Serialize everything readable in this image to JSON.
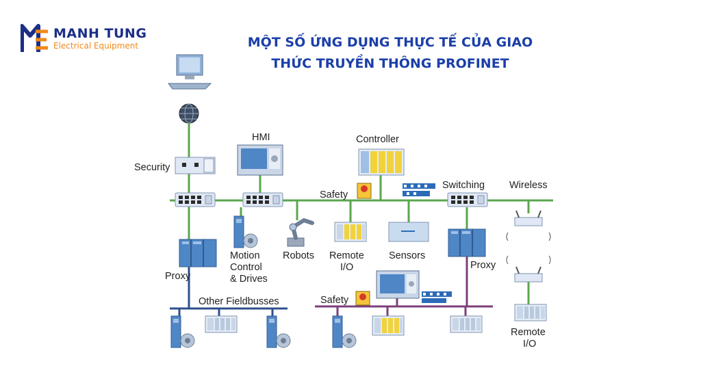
{
  "brand": {
    "name": "MANH TUNG",
    "subtitle": "Electrical Equipment",
    "colors": {
      "primary": "#1b2f86",
      "accent": "#f08a1c"
    }
  },
  "title": {
    "line1": "MỘT SỐ ỨNG DỤNG THỰC TẾ CỦA GIAO",
    "line2": "THỨC TRUYỀN THÔNG PROFINET",
    "color": "#1b3fa8"
  },
  "diagram": {
    "colors": {
      "profinet_bus": "#5aa64d",
      "fieldbus": "#2c4f8c",
      "safety_bus": "#7b3f7b",
      "device_blue": "#4f86c6"
    },
    "labels": {
      "security": "Security",
      "hmi": "HMI",
      "controller": "Controller",
      "safety_top": "Safety",
      "switching": "Switching",
      "wireless": "Wireless",
      "proxy_left": "Proxy",
      "motion_1": "Motion",
      "motion_2": "Control",
      "motion_3": "& Drives",
      "robots": "Robots",
      "remote_io_1": "Remote",
      "remote_io_2": "I/O",
      "sensors": "Sensors",
      "proxy_right": "Proxy",
      "other_fieldbusses": "Other Fieldbusses",
      "safety_bottom": "Safety",
      "remote_io_wireless_1": "Remote",
      "remote_io_wireless_2": "I/O"
    },
    "icons": [
      "computer-icon",
      "globe-icon",
      "security-module-icon",
      "switch-icon",
      "hmi-panel-icon",
      "controller-plc-icon",
      "safety-button-icon",
      "profinet-logo-icon",
      "proxy-icon",
      "drive-icon",
      "robot-arm-icon",
      "remote-io-icon",
      "sensor-box-icon",
      "wireless-access-point-icon"
    ]
  }
}
